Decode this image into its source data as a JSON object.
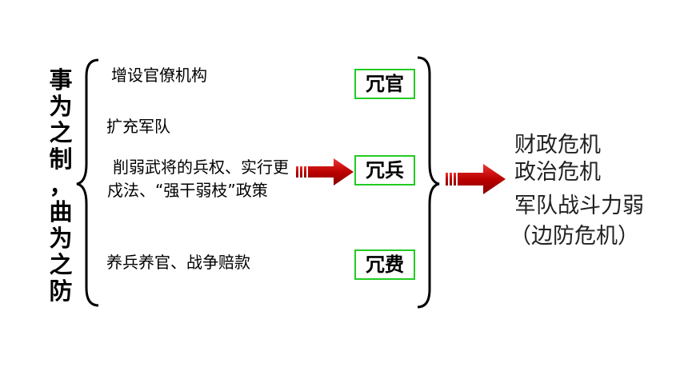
{
  "side_title": [
    "事",
    "为",
    "之",
    "制",
    "，",
    "曲",
    "为",
    "之",
    "防"
  ],
  "measures": [
    "增设官僚机构",
    "扩充军队",
    "削弱武将的兵权、实行更戍法、“强干弱枝”政策",
    "养兵养官、战争赔款"
  ],
  "problems": [
    "冗官",
    "冗兵",
    "冗费"
  ],
  "results": [
    "财政危机",
    "政治危机",
    "军队战斗力弱",
    "（边防危机）"
  ],
  "colors": {
    "box_border": "#22cc22",
    "arrow": "#cc1111"
  }
}
